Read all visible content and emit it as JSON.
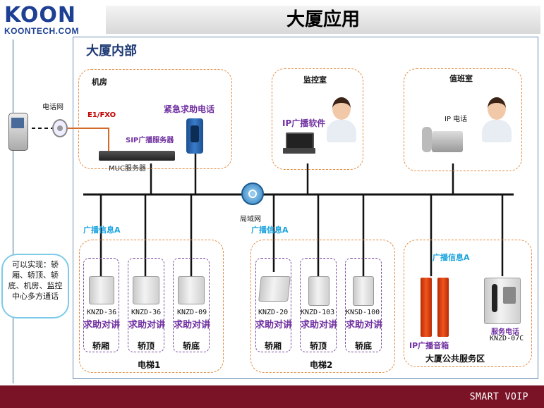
{
  "header": {
    "logo_brand": "KOON",
    "logo_domain": "KOONTECH.COM",
    "title": "大厦应用"
  },
  "main": {
    "title": "大厦内部"
  },
  "top_left": {
    "phone_net_label": "电话网",
    "e1fxo_label": "E1/FXO",
    "machine_room_label": "机房",
    "emergency_phone_label": "紧急求助电话",
    "sip_server_label": "SIP广播服务器",
    "muc_server_label": "MUC服务器"
  },
  "monitor_room": {
    "label": "监控室",
    "software_label": "IP广播软件"
  },
  "duty_room": {
    "label": "值班室",
    "ip_phone_label": "IP 电话"
  },
  "lan_label": "局域网",
  "broadcast_label": "广播信息A",
  "callout": "可以实现：轿厢、轿顶、轿底、机房、监控中心多方通话",
  "elevator1": {
    "label": "电梯1",
    "units": [
      {
        "model": "KNZD-36",
        "func": "求助对讲",
        "place": "轿厢"
      },
      {
        "model": "KNZD-36",
        "func": "求助对讲",
        "place": "轿顶"
      },
      {
        "model": "KNZD-09",
        "func": "求助对讲",
        "place": "轿底"
      }
    ]
  },
  "elevator2": {
    "label": "电梯2",
    "units": [
      {
        "model": "KNZD-20",
        "func": "求助对讲",
        "place": "轿厢"
      },
      {
        "model": "KNZD-103",
        "func": "求助对讲",
        "place": "轿顶"
      },
      {
        "model": "KNSD-100",
        "func": "求助对讲",
        "place": "轿底"
      }
    ]
  },
  "public_area": {
    "label": "大厦公共服务区",
    "broadcast_label": "广播信息A",
    "speaker_label": "IP广播音箱",
    "service_phone_label": "服务电话",
    "service_phone_model": "KNZD-07C"
  },
  "footer": {
    "text": "SMART VOIP"
  },
  "colors": {
    "brand_blue": "#1d3f94",
    "zone_border": "#e38a3e",
    "sub_border": "#7a4a9f",
    "function_text": "#7030a0",
    "broadcast_text": "#1aa3e0",
    "footer_bg": "#7a1326"
  }
}
